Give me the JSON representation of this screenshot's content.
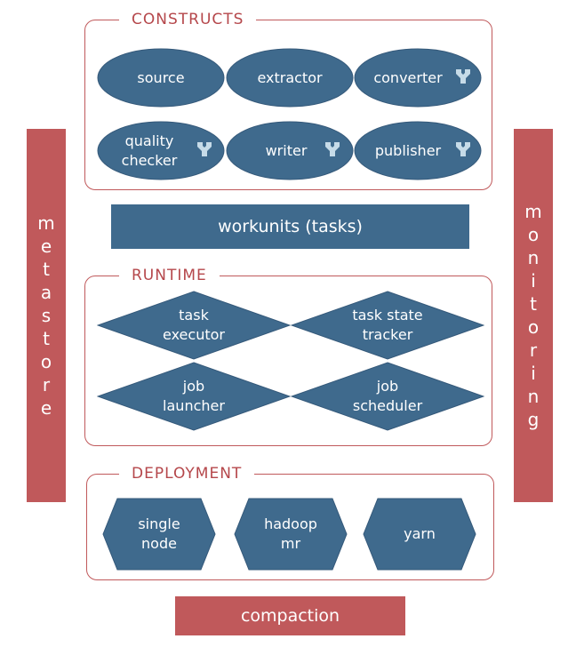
{
  "colors": {
    "accent_red": "#c0595b",
    "node_blue": "#3f6a8d",
    "node_stroke": "#35597a",
    "title_red": "#b5474b",
    "icon_fill": "#c6dbe8"
  },
  "side_left": {
    "label": "metastore",
    "letters": [
      "m",
      "e",
      "t",
      "a",
      "s",
      "t",
      "o",
      "r",
      "e"
    ]
  },
  "side_right": {
    "label": "monitoring",
    "letters": [
      "m",
      "o",
      "n",
      "i",
      "t",
      "o",
      "r",
      "i",
      "n",
      "g"
    ]
  },
  "constructs": {
    "title": "CONSTRUCTS",
    "nodes": [
      {
        "label": "source",
        "icon": null
      },
      {
        "label": "extractor",
        "icon": null
      },
      {
        "label": "converter",
        "icon": "fork-icon"
      },
      {
        "label_lines": [
          "quality",
          "checker"
        ],
        "icon": "fork-icon"
      },
      {
        "label": "writer",
        "icon": "fork-icon"
      },
      {
        "label": "publisher",
        "icon": "fork-icon"
      }
    ]
  },
  "workunits": {
    "label": "workunits (tasks)"
  },
  "runtime": {
    "title": "RUNTIME",
    "nodes": [
      {
        "label_lines": [
          "task",
          "executor"
        ]
      },
      {
        "label_lines": [
          "task state",
          "tracker"
        ]
      },
      {
        "label_lines": [
          "job",
          "launcher"
        ]
      },
      {
        "label_lines": [
          "job",
          "scheduler"
        ]
      }
    ]
  },
  "deployment": {
    "title": "DEPLOYMENT",
    "nodes": [
      {
        "label_lines": [
          "single",
          "node"
        ]
      },
      {
        "label_lines": [
          "hadoop",
          "mr"
        ]
      },
      {
        "label": "yarn"
      }
    ]
  },
  "compaction": {
    "label": "compaction"
  }
}
